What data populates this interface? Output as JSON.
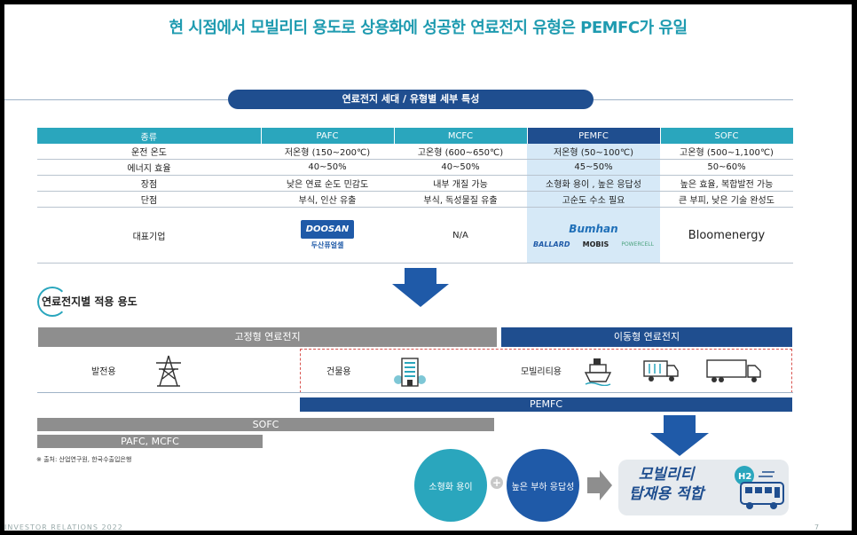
{
  "title": "현 시점에서 모빌리티 용도로 상용화에 성공한 연료전지 유형은 PEMFC가 유일",
  "section1": {
    "pill": "연료전지 세대 / 유형별 세부 특성"
  },
  "table": {
    "headers": [
      "종류",
      "PAFC",
      "MCFC",
      "PEMFC",
      "SOFC"
    ],
    "rows": [
      [
        "운전 온도",
        "저온형 (150~200℃)",
        "고온형 (600~650℃)",
        "저온형 (50~100℃)",
        "고온형 (500~1,100℃)"
      ],
      [
        "에너지 효율",
        "40~50%",
        "40~50%",
        "45~50%",
        "50~60%"
      ],
      [
        "장점",
        "낮은 연료 순도 민감도",
        "내부 개질 가능",
        "소형화 용이 , 높은 응답성",
        "높은 효율, 복합발전 가능"
      ],
      [
        "단점",
        "부식, 인산 유출",
        "부식, 독성물질 유출",
        "고순도 수소 필요",
        "큰 부피, 낮은 기술 완성도"
      ]
    ],
    "rep_label": "대표기업",
    "pafc_logo": "DOOSAN",
    "pafc_logo_sub": "두산퓨얼셀",
    "mcfc_rep": "N/A",
    "pem_logo_main": "Bumhan",
    "pem_logo_ballard": "BALLARD",
    "pem_logo_mobis": "MOBIS",
    "pem_logo_powercell": "POWERCELL",
    "sofc_logo": "Bloomenergy"
  },
  "section2": {
    "title": "연료전지별 적용 용도",
    "stationary_bar": "고정형 연료전지",
    "mobile_bar": "이동형 연료전지",
    "uses": {
      "power": "발전용",
      "building": "건물용",
      "mobility": "모빌리티용"
    },
    "pemfc_bar": "PEMFC",
    "sofc_bar": "SOFC",
    "pafc_mcfc_bar": "PAFC, MCFC",
    "source": "※ 출처: 산업연구원, 한국수출입은행"
  },
  "conclusion": {
    "circle1": "소형화 용이",
    "plus": "+",
    "circle2": "높은 부하 응답성",
    "result_line1": "모빌리티",
    "result_line2": "탑재용 적합",
    "h2_label": "H2"
  },
  "footer": "INVESTOR RELATIONS 2022",
  "page_number": "7",
  "colors": {
    "teal": "#2aa6bd",
    "navy": "#1f4e8f",
    "gray": "#8e8e8e",
    "highlight": "#d6e9f7"
  }
}
